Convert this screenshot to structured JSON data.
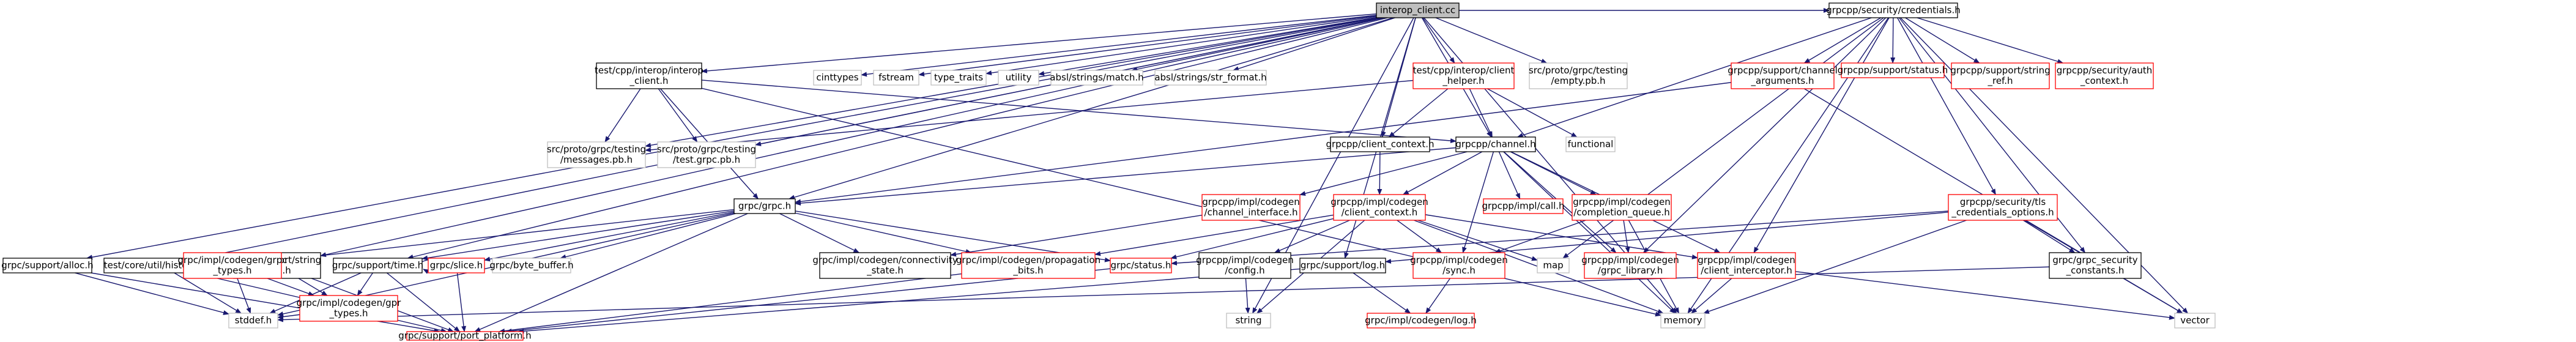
{
  "diagram": {
    "kind": "include dependency graph",
    "colors": {
      "edge": "#191970",
      "border_default": "#000000",
      "border_missing_doc": "#ff0000",
      "border_external": "#bfbfbf",
      "root_fill": "#bfbfbf",
      "node_fill": "#ffffff",
      "text": "#000000"
    },
    "nodes": [
      {
        "id": "root",
        "lines": [
          "interop_client.cc"
        ],
        "style": "root"
      },
      {
        "id": "n_alloc",
        "lines": [
          "grpc/support/alloc.h"
        ],
        "style": "normal"
      },
      {
        "id": "n_histogram",
        "lines": [
          "test/core/util/histogram.h"
        ],
        "style": "normal"
      },
      {
        "id": "n_strutil",
        "lines": [
          "grpc/support/string",
          "_util.h"
        ],
        "style": "normal"
      },
      {
        "id": "n_time",
        "lines": [
          "grpc/support/time.h"
        ],
        "style": "normal"
      },
      {
        "id": "n_slice",
        "lines": [
          "grpc/slice.h"
        ],
        "style": "missing"
      },
      {
        "id": "n_bytebuf",
        "lines": [
          "grpc/byte_buffer.h"
        ],
        "style": "external"
      },
      {
        "id": "n_grpctypes",
        "lines": [
          "grpc/impl/codegen/grpc",
          "_types.h"
        ],
        "style": "missing"
      },
      {
        "id": "n_gprtypes",
        "lines": [
          "grpc/impl/codegen/gpr",
          "_types.h"
        ],
        "style": "missing"
      },
      {
        "id": "n_stddef",
        "lines": [
          "stddef.h"
        ],
        "style": "external"
      },
      {
        "id": "n_portplat",
        "lines": [
          "grpc/support/port_platform.h"
        ],
        "style": "missing"
      },
      {
        "id": "n_grpch",
        "lines": [
          "grpc/grpc.h"
        ],
        "style": "normal"
      },
      {
        "id": "n_interoph",
        "lines": [
          "test/cpp/interop/interop",
          "_client.h"
        ],
        "style": "normal"
      },
      {
        "id": "n_cinttypes",
        "lines": [
          "cinttypes"
        ],
        "style": "external"
      },
      {
        "id": "n_fstream",
        "lines": [
          "fstream"
        ],
        "style": "external"
      },
      {
        "id": "n_typetraits",
        "lines": [
          "type_traits"
        ],
        "style": "external"
      },
      {
        "id": "n_utility",
        "lines": [
          "utility"
        ],
        "style": "external"
      },
      {
        "id": "n_match",
        "lines": [
          "absl/strings/match.h"
        ],
        "style": "external"
      },
      {
        "id": "n_strformat",
        "lines": [
          "absl/strings/str_format.h"
        ],
        "style": "external"
      },
      {
        "id": "n_messagespb",
        "lines": [
          "src/proto/grpc/testing",
          "/messages.pb.h"
        ],
        "style": "external"
      },
      {
        "id": "n_testgrpcpb",
        "lines": [
          "src/proto/grpc/testing",
          "/test.grpc.pb.h"
        ],
        "style": "external"
      },
      {
        "id": "n_connstate",
        "lines": [
          "grpc/impl/codegen/connectivity",
          "_state.h"
        ],
        "style": "normal"
      },
      {
        "id": "n_propbits",
        "lines": [
          "grpc/impl/codegen/propagation",
          "_bits.h"
        ],
        "style": "missing"
      },
      {
        "id": "n_status",
        "lines": [
          "grpc/status.h"
        ],
        "style": "missing"
      },
      {
        "id": "n_clientctx",
        "lines": [
          "grpcpp/client_context.h"
        ],
        "style": "normal"
      },
      {
        "id": "n_helper",
        "lines": [
          "test/cpp/interop/client",
          "_helper.h"
        ],
        "style": "missing"
      },
      {
        "id": "n_emptypb",
        "lines": [
          "src/proto/grpc/testing",
          "/empty.pb.h"
        ],
        "style": "external"
      },
      {
        "id": "n_functional",
        "lines": [
          "functional"
        ],
        "style": "external"
      },
      {
        "id": "n_channel",
        "lines": [
          "grpcpp/channel.h"
        ],
        "style": "normal"
      },
      {
        "id": "n_chaniface",
        "lines": [
          "grpcpp/impl/codegen",
          "/channel_interface.h"
        ],
        "style": "missing"
      },
      {
        "id": "n_implclientctx",
        "lines": [
          "grpcpp/impl/codegen",
          "/client_context.h"
        ],
        "style": "missing"
      },
      {
        "id": "n_call",
        "lines": [
          "grpcpp/impl/call.h"
        ],
        "style": "missing"
      },
      {
        "id": "n_compqueue",
        "lines": [
          "grpcpp/impl/codegen",
          "/completion_queue.h"
        ],
        "style": "missing"
      },
      {
        "id": "n_codegenconfig",
        "lines": [
          "grpcpp/impl/codegen",
          "/config.h"
        ],
        "style": "normal"
      },
      {
        "id": "n_gprlog",
        "lines": [
          "grpc/support/log.h"
        ],
        "style": "normal"
      },
      {
        "id": "n_string",
        "lines": [
          "string"
        ],
        "style": "external"
      },
      {
        "id": "n_sync",
        "lines": [
          "grpcpp/impl/codegen",
          "/sync.h"
        ],
        "style": "missing"
      },
      {
        "id": "n_map",
        "lines": [
          "map"
        ],
        "style": "external"
      },
      {
        "id": "n_grpclibrary",
        "lines": [
          "grpcpp/impl/codegen",
          "/grpc_library.h"
        ],
        "style": "missing"
      },
      {
        "id": "n_clientinterceptor",
        "lines": [
          "grpcpp/impl/codegen",
          "/client_interceptor.h"
        ],
        "style": "missing"
      },
      {
        "id": "n_codegenlog",
        "lines": [
          "grpc/impl/codegen/log.h"
        ],
        "style": "missing"
      },
      {
        "id": "n_memory",
        "lines": [
          "memory"
        ],
        "style": "external"
      },
      {
        "id": "n_credentials",
        "lines": [
          "grpcpp/security/credentials.h"
        ],
        "style": "normal"
      },
      {
        "id": "n_chanargs",
        "lines": [
          "grpcpp/support/channel",
          "_arguments.h"
        ],
        "style": "missing"
      },
      {
        "id": "n_supportstatus",
        "lines": [
          "grpcpp/support/status.h"
        ],
        "style": "missing"
      },
      {
        "id": "n_tlsopts",
        "lines": [
          "grpcpp/security/tls",
          "_credentials_options.h"
        ],
        "style": "missing"
      },
      {
        "id": "n_stringref",
        "lines": [
          "grpcpp/support/string",
          "_ref.h"
        ],
        "style": "missing"
      },
      {
        "id": "n_authctx",
        "lines": [
          "grpcpp/security/auth",
          "_context.h"
        ],
        "style": "missing"
      },
      {
        "id": "n_grpcsecconst",
        "lines": [
          "grpc/grpc_security",
          "_constants.h"
        ],
        "style": "normal"
      },
      {
        "id": "n_vector",
        "lines": [
          "vector"
        ],
        "style": "external"
      }
    ],
    "edges": [
      [
        "root",
        "n_alloc"
      ],
      [
        "root",
        "n_histogram"
      ],
      [
        "root",
        "n_strutil"
      ],
      [
        "root",
        "n_time"
      ],
      [
        "root",
        "n_grpch"
      ],
      [
        "root",
        "n_interoph"
      ],
      [
        "root",
        "n_cinttypes"
      ],
      [
        "root",
        "n_fstream"
      ],
      [
        "root",
        "n_typetraits"
      ],
      [
        "root",
        "n_utility"
      ],
      [
        "root",
        "n_match"
      ],
      [
        "root",
        "n_strformat"
      ],
      [
        "root",
        "n_messagespb"
      ],
      [
        "root",
        "n_testgrpcpb"
      ],
      [
        "root",
        "n_clientctx"
      ],
      [
        "root",
        "n_helper"
      ],
      [
        "root",
        "n_emptypb"
      ],
      [
        "root",
        "n_channel"
      ],
      [
        "root",
        "n_credentials"
      ],
      [
        "root",
        "n_gprlog"
      ],
      [
        "root",
        "n_string"
      ],
      [
        "root",
        "n_memory"
      ],
      [
        "n_alloc",
        "n_portplat"
      ],
      [
        "n_alloc",
        "n_stddef"
      ],
      [
        "n_histogram",
        "n_portplat"
      ],
      [
        "n_histogram",
        "n_stddef"
      ],
      [
        "n_strutil",
        "n_gprtypes"
      ],
      [
        "n_strutil",
        "n_portplat"
      ],
      [
        "n_time",
        "n_time"
      ],
      [
        "n_time",
        "n_gprtypes"
      ],
      [
        "n_time",
        "n_portplat"
      ],
      [
        "n_time",
        "n_stddef"
      ],
      [
        "n_grpch",
        "n_grpctypes"
      ],
      [
        "n_grpch",
        "n_time"
      ],
      [
        "n_grpch",
        "n_slice"
      ],
      [
        "n_grpch",
        "n_bytebuf"
      ],
      [
        "n_grpch",
        "n_connstate"
      ],
      [
        "n_grpch",
        "n_propbits"
      ],
      [
        "n_grpch",
        "n_status"
      ],
      [
        "n_grpch",
        "n_portplat"
      ],
      [
        "n_grpch",
        "n_stddef"
      ],
      [
        "n_grpctypes",
        "n_gprtypes"
      ],
      [
        "n_grpctypes",
        "n_stddef"
      ],
      [
        "n_gprtypes",
        "n_stddef"
      ],
      [
        "n_slice",
        "n_portplat"
      ],
      [
        "n_status",
        "n_portplat"
      ],
      [
        "n_propbits",
        "n_portplat"
      ],
      [
        "n_interoph",
        "n_grpch"
      ],
      [
        "n_interoph",
        "n_messagespb"
      ],
      [
        "n_interoph",
        "n_testgrpcpb"
      ],
      [
        "n_interoph",
        "n_channel"
      ],
      [
        "n_interoph",
        "n_memory"
      ],
      [
        "n_helper",
        "n_messagespb"
      ],
      [
        "n_helper",
        "n_clientctx"
      ],
      [
        "n_helper",
        "n_channel"
      ],
      [
        "n_helper",
        "n_functional"
      ],
      [
        "n_clientctx",
        "n_implclientctx"
      ],
      [
        "n_channel",
        "n_grpch"
      ],
      [
        "n_channel",
        "n_chaniface"
      ],
      [
        "n_channel",
        "n_call"
      ],
      [
        "n_channel",
        "n_compqueue"
      ],
      [
        "n_channel",
        "n_implclientctx"
      ],
      [
        "n_channel",
        "n_sync"
      ],
      [
        "n_channel",
        "n_grpclibrary"
      ],
      [
        "n_channel",
        "n_clientinterceptor"
      ],
      [
        "n_channel",
        "n_memory"
      ],
      [
        "n_chaniface",
        "n_connstate"
      ],
      [
        "n_implclientctx",
        "n_propbits"
      ],
      [
        "n_implclientctx",
        "n_codegenconfig"
      ],
      [
        "n_implclientctx",
        "n_sync"
      ],
      [
        "n_implclientctx",
        "n_map"
      ],
      [
        "n_implclientctx",
        "n_memory"
      ],
      [
        "n_implclientctx",
        "n_string"
      ],
      [
        "n_implclientctx",
        "n_status"
      ],
      [
        "n_implclientctx",
        "n_clientinterceptor"
      ],
      [
        "n_compqueue",
        "n_sync"
      ],
      [
        "n_compqueue",
        "n_grpclibrary"
      ],
      [
        "n_compqueue",
        "n_memory"
      ],
      [
        "n_codegenconfig",
        "n_string"
      ],
      [
        "n_gprlog",
        "n_portplat"
      ],
      [
        "n_gprlog",
        "n_codegenlog"
      ],
      [
        "n_sync",
        "n_codegenlog"
      ],
      [
        "n_clientinterceptor",
        "n_memory"
      ],
      [
        "n_clientinterceptor",
        "n_vector"
      ],
      [
        "n_credentials",
        "n_channel"
      ],
      [
        "n_credentials",
        "n_chanargs"
      ],
      [
        "n_credentials",
        "n_supportstatus"
      ],
      [
        "n_credentials",
        "n_tlsopts"
      ],
      [
        "n_credentials",
        "n_stringref"
      ],
      [
        "n_credentials",
        "n_authctx"
      ],
      [
        "n_credentials",
        "n_grpcsecconst"
      ],
      [
        "n_credentials",
        "n_grpclibrary"
      ],
      [
        "n_credentials",
        "n_clientinterceptor"
      ],
      [
        "n_credentials",
        "n_map"
      ],
      [
        "n_credentials",
        "n_memory"
      ],
      [
        "n_credentials",
        "n_vector"
      ],
      [
        "n_chanargs",
        "n_grpch"
      ],
      [
        "n_chanargs",
        "n_vector"
      ],
      [
        "n_tlsopts",
        "n_grpcsecconst"
      ],
      [
        "n_tlsopts",
        "n_status"
      ],
      [
        "n_tlsopts",
        "n_gprlog"
      ],
      [
        "n_tlsopts",
        "n_memory"
      ],
      [
        "n_tlsopts",
        "n_vector"
      ],
      [
        "n_grpcsecconst",
        "n_stddef"
      ]
    ]
  }
}
